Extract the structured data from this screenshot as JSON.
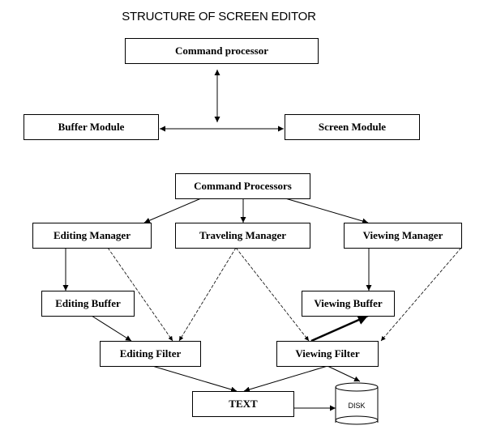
{
  "title": "STRUCTURE OF SCREEN EDITOR",
  "top_diagram": {
    "nodes": {
      "command_processor": "Command processor",
      "buffer_module": "Buffer Module",
      "screen_module": "Screen Module"
    },
    "edges": [
      {
        "from": "command_processor",
        "to": "junction",
        "style": "solid",
        "direction": "both"
      },
      {
        "from": "buffer_module",
        "to": "screen_module",
        "style": "solid",
        "direction": "both"
      }
    ]
  },
  "bottom_diagram": {
    "nodes": {
      "command_processors": "Command Processors",
      "editing_manager": "Editing Manager",
      "traveling_manager": "Traveling Manager",
      "viewing_manager": "Viewing Manager",
      "editing_buffer": "Editing Buffer",
      "viewing_buffer": "Viewing Buffer",
      "editing_filter": "Editing Filter",
      "viewing_filter": "Viewing Filter",
      "text": "TEXT",
      "disk": "DISK"
    },
    "edges": [
      {
        "from": "command_processors",
        "to": "editing_manager",
        "style": "solid"
      },
      {
        "from": "command_processors",
        "to": "traveling_manager",
        "style": "solid"
      },
      {
        "from": "command_processors",
        "to": "viewing_manager",
        "style": "solid"
      },
      {
        "from": "editing_manager",
        "to": "editing_buffer",
        "style": "solid"
      },
      {
        "from": "editing_manager",
        "to": "editing_filter",
        "style": "dashed"
      },
      {
        "from": "traveling_manager",
        "to": "editing_filter",
        "style": "dashed"
      },
      {
        "from": "traveling_manager",
        "to": "viewing_filter",
        "style": "dashed"
      },
      {
        "from": "viewing_manager",
        "to": "viewing_buffer",
        "style": "solid"
      },
      {
        "from": "viewing_manager",
        "to": "viewing_filter",
        "style": "dashed"
      },
      {
        "from": "editing_buffer",
        "to": "editing_filter",
        "style": "solid"
      },
      {
        "from": "viewing_filter",
        "to": "viewing_buffer",
        "style": "bold"
      },
      {
        "from": "editing_filter",
        "to": "text",
        "style": "solid"
      },
      {
        "from": "viewing_filter",
        "to": "text",
        "style": "solid"
      },
      {
        "from": "viewing_filter",
        "to": "disk",
        "style": "solid"
      },
      {
        "from": "text",
        "to": "disk",
        "style": "solid"
      }
    ]
  }
}
